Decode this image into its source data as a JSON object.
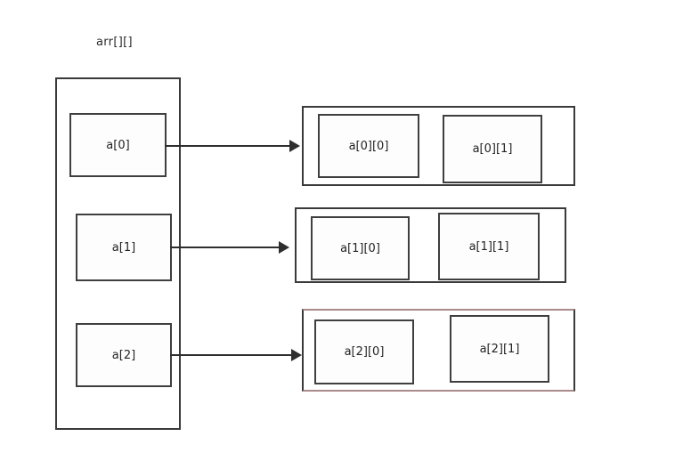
{
  "diagram": {
    "title": "arr[][]",
    "type": "2d-array-memory-layout",
    "background_color": "#ffffff",
    "border_color": "#3a3a3a",
    "cell_border_color": "#3f3f3f",
    "arrow_color": "#2e2e2e",
    "row3_accent_color": "#a98b8b",
    "pointer_column": {
      "label": "arr[][]",
      "cells": [
        {
          "label": "a[0]"
        },
        {
          "label": "a[1]"
        },
        {
          "label": "a[2]"
        }
      ]
    },
    "rows": [
      {
        "source": "a[0]",
        "cells": [
          {
            "label": "a[0][0]"
          },
          {
            "label": "a[0][1]"
          }
        ]
      },
      {
        "source": "a[1]",
        "cells": [
          {
            "label": "a[1][0]"
          },
          {
            "label": "a[1][1]"
          }
        ]
      },
      {
        "source": "a[2]",
        "cells": [
          {
            "label": "a[2][0]"
          },
          {
            "label": "a[2][1]"
          }
        ]
      }
    ],
    "arrows": [
      {
        "from": "a[0]",
        "to": "a[0] row"
      },
      {
        "from": "a[1]",
        "to": "a[1] row"
      },
      {
        "from": "a[2]",
        "to": "a[2] row"
      }
    ]
  }
}
